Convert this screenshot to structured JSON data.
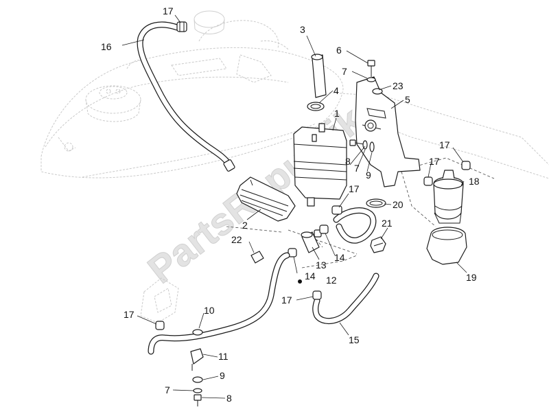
{
  "watermark": "PartsRepublik",
  "callouts": [
    {
      "id": "c17a",
      "text": "17"
    },
    {
      "id": "c16",
      "text": "16"
    },
    {
      "id": "c3",
      "text": "3"
    },
    {
      "id": "c6",
      "text": "6"
    },
    {
      "id": "c7a",
      "text": "7"
    },
    {
      "id": "c23",
      "text": "23"
    },
    {
      "id": "c4",
      "text": "4"
    },
    {
      "id": "c5",
      "text": "5"
    },
    {
      "id": "c1",
      "text": "1"
    },
    {
      "id": "c17b",
      "text": "17"
    },
    {
      "id": "c17c",
      "text": "17"
    },
    {
      "id": "c8a",
      "text": "8"
    },
    {
      "id": "c7b",
      "text": "7"
    },
    {
      "id": "c9a",
      "text": "9"
    },
    {
      "id": "c18",
      "text": "18"
    },
    {
      "id": "c17d",
      "text": "17"
    },
    {
      "id": "c20",
      "text": "20"
    },
    {
      "id": "c2",
      "text": "2"
    },
    {
      "id": "c21",
      "text": "21"
    },
    {
      "id": "c22",
      "text": "22"
    },
    {
      "id": "c13",
      "text": "13"
    },
    {
      "id": "c14a",
      "text": "14"
    },
    {
      "id": "c14b",
      "text": "14"
    },
    {
      "id": "c12",
      "text": "12"
    },
    {
      "id": "c19",
      "text": "19"
    },
    {
      "id": "c10",
      "text": "10"
    },
    {
      "id": "c17e",
      "text": "17"
    },
    {
      "id": "c17f",
      "text": "17"
    },
    {
      "id": "c15",
      "text": "15"
    },
    {
      "id": "c11",
      "text": "11"
    },
    {
      "id": "c9b",
      "text": "9"
    },
    {
      "id": "c7c",
      "text": "7"
    },
    {
      "id": "c8b",
      "text": "8"
    }
  ]
}
